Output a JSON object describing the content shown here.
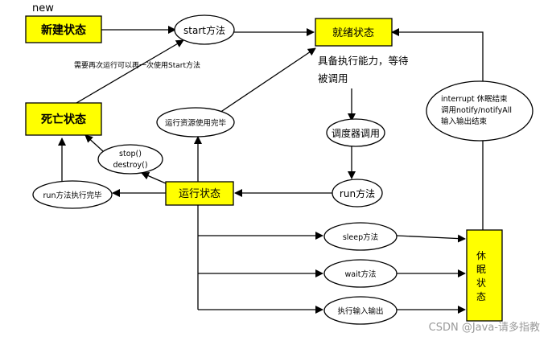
{
  "labels": {
    "new": "new",
    "new_state": "新建状态",
    "start_method": "start方法",
    "ready_state": "就绪状态",
    "ready_note_1": "具备执行能力，等待",
    "ready_note_2": "被调用",
    "restart_note": "需要再次运行可以再一次使用Start方法",
    "dead_state": "死亡状态",
    "resources_done": "运行资源使用完毕",
    "stop": "stop()",
    "destroy": "destroy()",
    "scheduler_call": "调度器调用",
    "run_method": "run方法",
    "run_done": "run方法执行完毕",
    "running_state": "运行状态",
    "wake_1": "interrupt 休眠结束",
    "wake_2": "调用notify/notifyAll",
    "wake_3": "输入输出结束",
    "sleep_method": "sleep方法",
    "wait_method": "wait方法",
    "io_exec": "执行输入输出",
    "sleep_state_1": "休",
    "sleep_state_2": "眠",
    "sleep_state_3": "状",
    "sleep_state_4": "态"
  },
  "watermark": "CSDN @Java-请多指教",
  "colors": {
    "state_fill": "#ffff00",
    "stroke": "#000000",
    "watermark": "#9a9a9a"
  }
}
